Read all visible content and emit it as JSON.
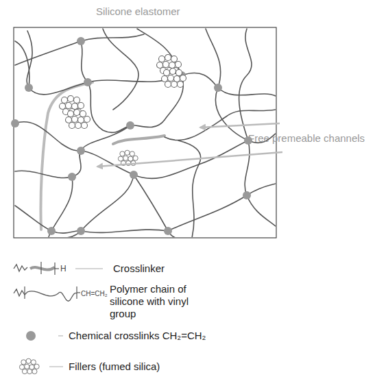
{
  "diagram": {
    "title": "Silicone elastomer",
    "labels": [
      "Free premeable channels",
      "H",
      "CH=CH₂"
    ],
    "legend": [
      {
        "text": "Crosslinker"
      },
      {
        "text": "Polymer chain of silicone with vinyl group"
      },
      {
        "text": "Chemical crosslinks CH₂=CH₂",
        "color": "#999999"
      },
      {
        "text": "Fillers (fumed silica)"
      }
    ]
  }
}
